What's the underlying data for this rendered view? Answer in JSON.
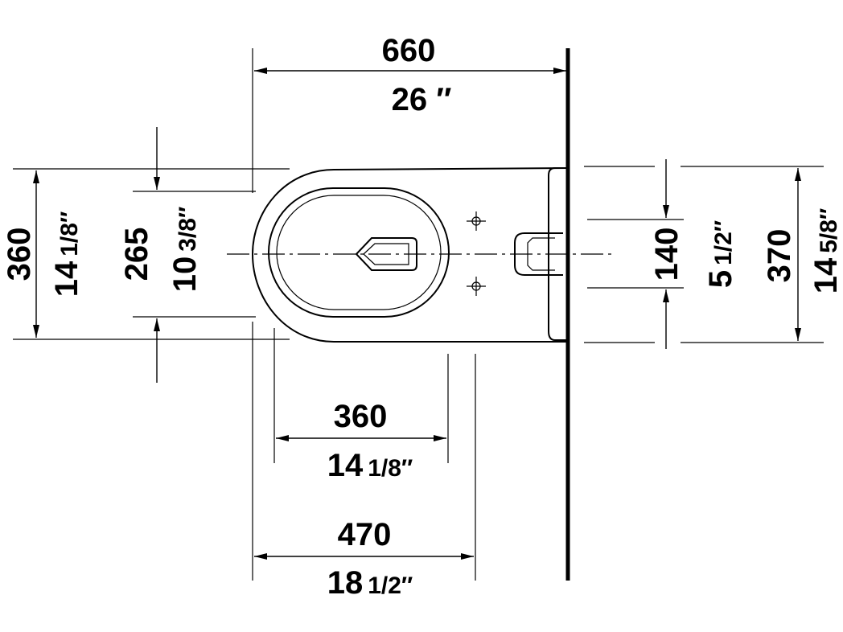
{
  "dimensions": {
    "overall_length": {
      "mm": "660",
      "inch": "26 ″"
    },
    "bowl_width_left": {
      "mm": "360",
      "inch_whole": "14",
      "inch_frac": "1/8″"
    },
    "rim_inner_width": {
      "mm": "265",
      "inch_whole": "10",
      "inch_frac": "3/8″"
    },
    "outlet_offset": {
      "mm": "140",
      "inch_whole": "5",
      "inch_frac": "1/2″"
    },
    "rear_width": {
      "mm": "370",
      "inch_whole": "14",
      "inch_frac": "5/8″"
    },
    "fixing_distance": {
      "mm": "360",
      "inch_whole": "14",
      "inch_frac": "1/8″"
    },
    "projection": {
      "mm": "470",
      "inch_whole": "18",
      "inch_frac": "1/2″"
    }
  }
}
